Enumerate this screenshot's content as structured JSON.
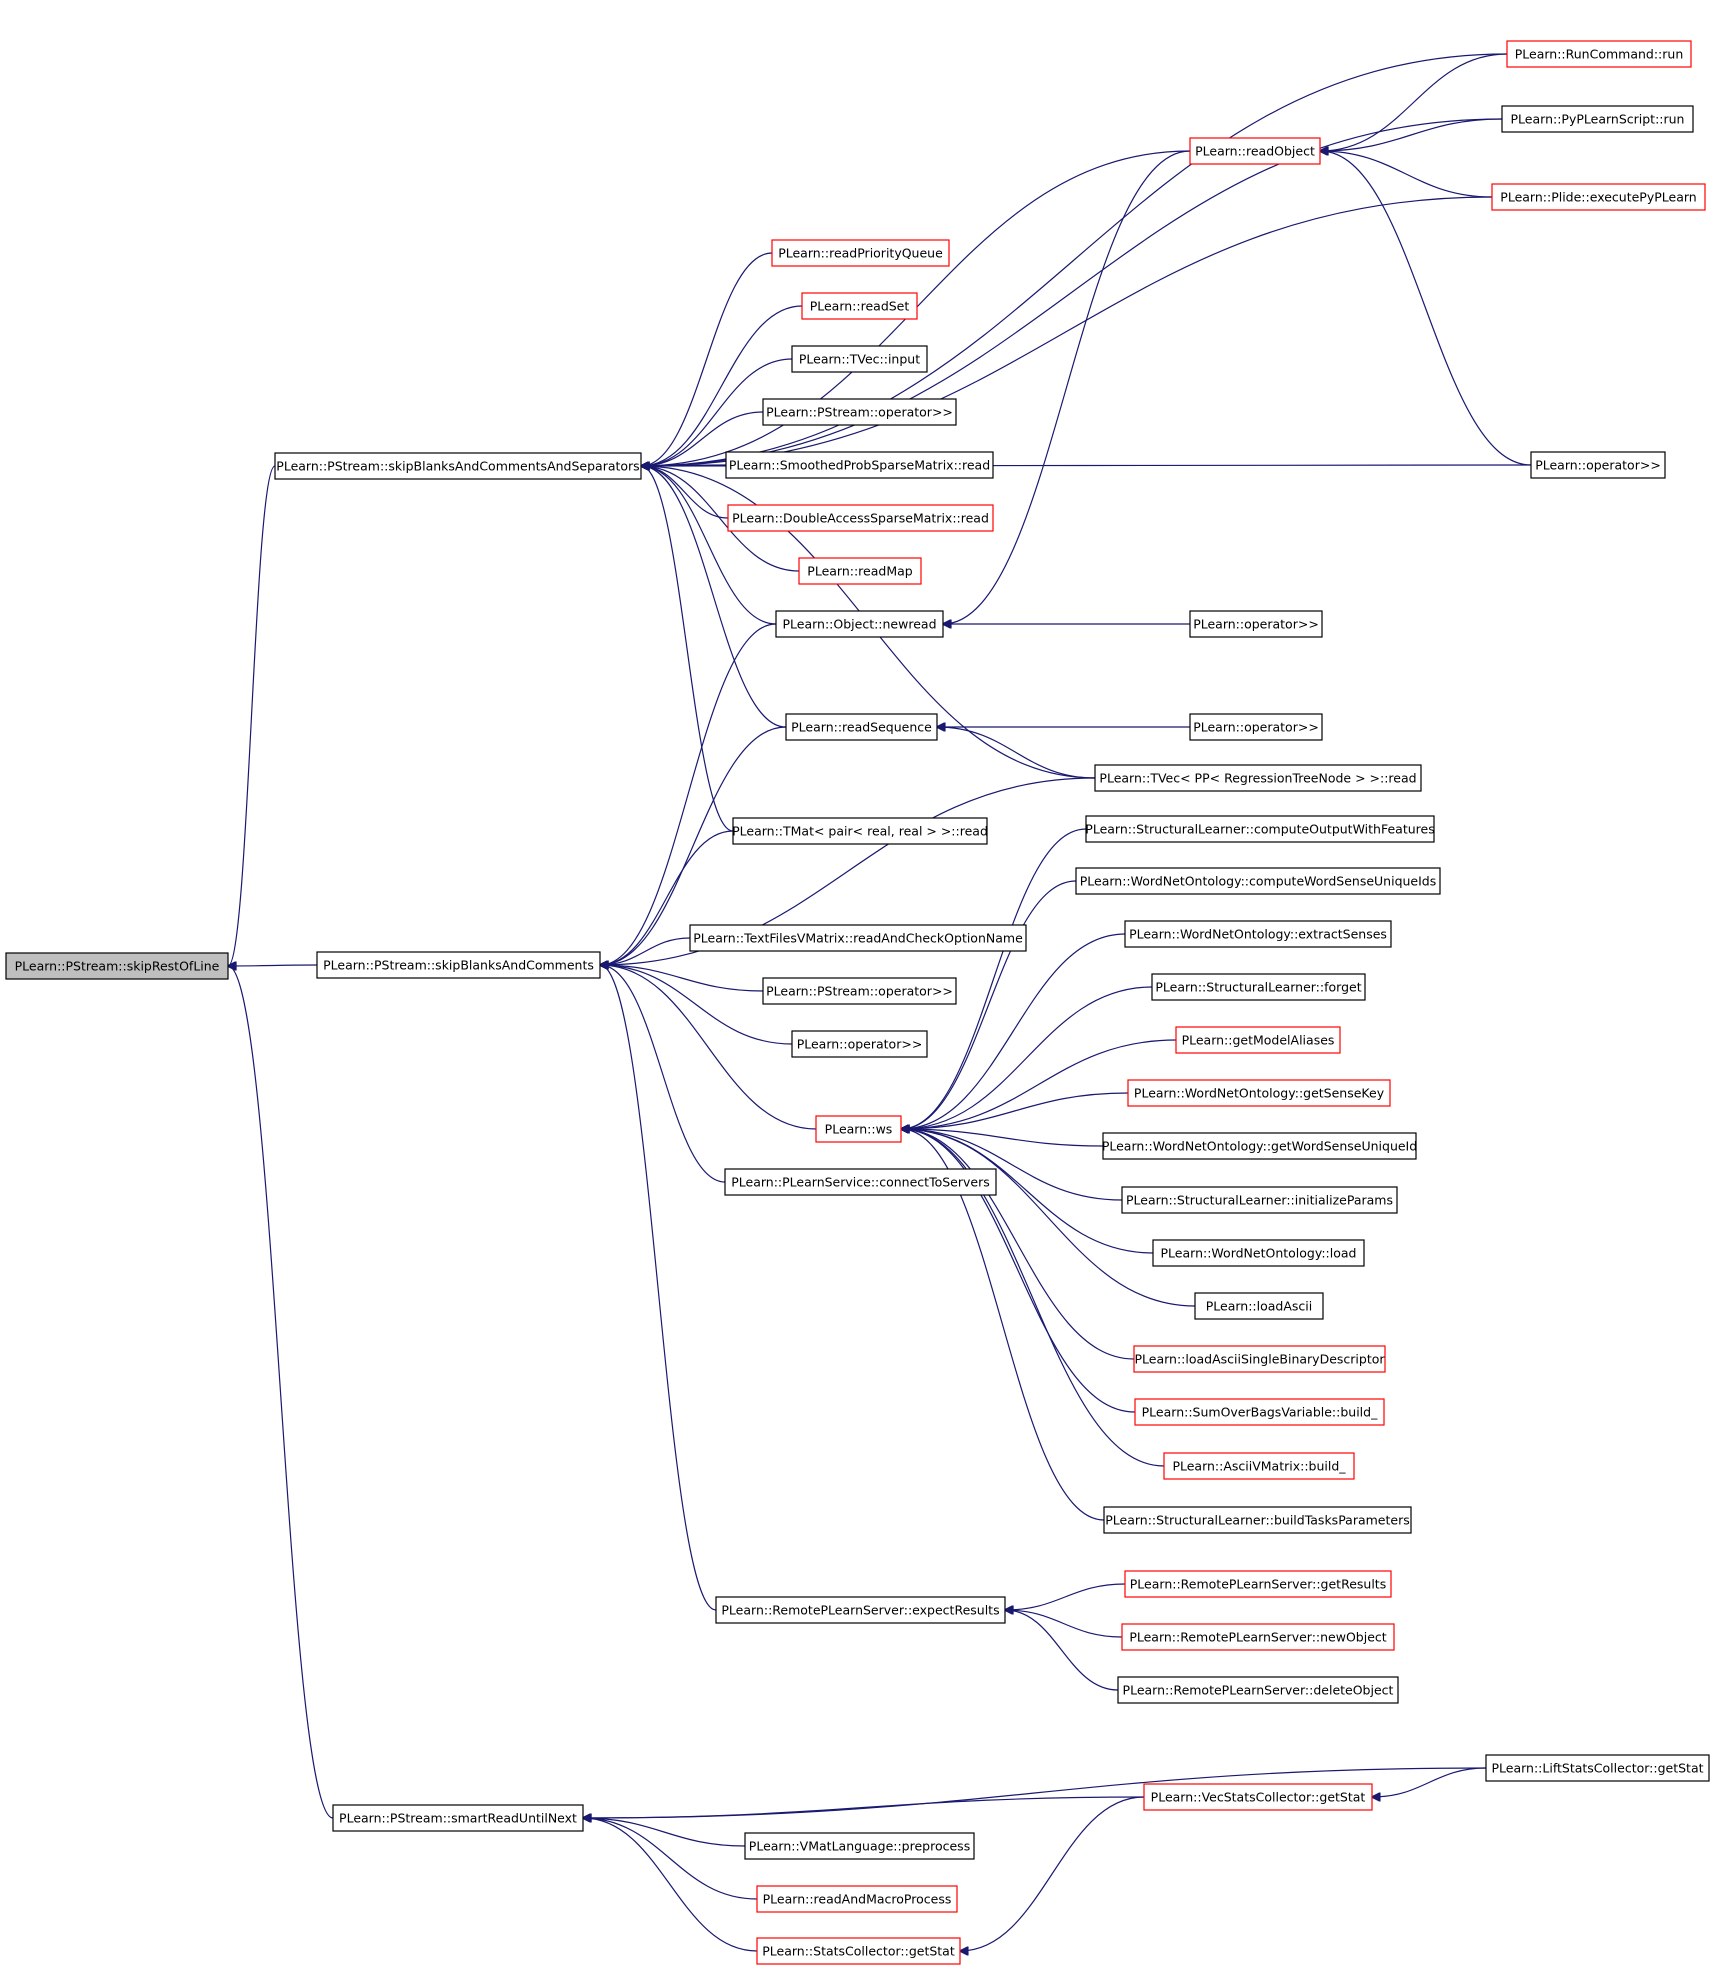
{
  "nodes": [
    {
      "id": "skipRestOfLine",
      "label": "PLearn::PStream::skipRestOfLine",
      "style": "root"
    },
    {
      "id": "sbcs",
      "label": "PLearn::PStream::skipBlanksAndCommentsAndSeparators",
      "style": "black"
    },
    {
      "id": "sbc",
      "label": "PLearn::PStream::skipBlanksAndComments",
      "style": "black"
    },
    {
      "id": "srun",
      "label": "PLearn::PStream::smartReadUntilNext",
      "style": "black"
    },
    {
      "id": "runcmd",
      "label": "PLearn::RunCommand::run",
      "style": "red"
    },
    {
      "id": "pyscript",
      "label": "PLearn::PyPLearnScript::run",
      "style": "black"
    },
    {
      "id": "readObject",
      "label": "PLearn::readObject",
      "style": "red"
    },
    {
      "id": "plide",
      "label": "PLearn::Plide::executePyPLearn",
      "style": "red"
    },
    {
      "id": "rpq",
      "label": "PLearn::readPriorityQueue",
      "style": "red"
    },
    {
      "id": "readSet",
      "label": "PLearn::readSet",
      "style": "red"
    },
    {
      "id": "tvecinput",
      "label": "PLearn::TVec::input",
      "style": "black"
    },
    {
      "id": "psop1",
      "label": "PLearn::PStream::operator>>",
      "style": "black"
    },
    {
      "id": "smoothed",
      "label": "PLearn::SmoothedProbSparseMatrix::read",
      "style": "black"
    },
    {
      "id": "opRight",
      "label": "PLearn::operator>>",
      "style": "black"
    },
    {
      "id": "dasm",
      "label": "PLearn::DoubleAccessSparseMatrix::read",
      "style": "red"
    },
    {
      "id": "readMap",
      "label": "PLearn::readMap",
      "style": "red"
    },
    {
      "id": "newread",
      "label": "PLearn::Object::newread",
      "style": "black"
    },
    {
      "id": "opNewread",
      "label": "PLearn::operator>>",
      "style": "black"
    },
    {
      "id": "readSeq",
      "label": "PLearn::readSequence",
      "style": "black"
    },
    {
      "id": "opSeq",
      "label": "PLearn::operator>>",
      "style": "black"
    },
    {
      "id": "tvecpp",
      "label": "PLearn::TVec< PP< RegressionTreeNode > >::read",
      "style": "black"
    },
    {
      "id": "tmat",
      "label": "PLearn::TMat< pair< real, real > >::read",
      "style": "black"
    },
    {
      "id": "slcompute",
      "label": "PLearn::StructuralLearner::computeOutputWithFeatures",
      "style": "black"
    },
    {
      "id": "wncompute",
      "label": "PLearn::WordNetOntology::computeWordSenseUniqueIds",
      "style": "black"
    },
    {
      "id": "wnextract",
      "label": "PLearn::WordNetOntology::extractSenses",
      "style": "black"
    },
    {
      "id": "textfiles",
      "label": "PLearn::TextFilesVMatrix::readAndCheckOptionName",
      "style": "black"
    },
    {
      "id": "slforget",
      "label": "PLearn::StructuralLearner::forget",
      "style": "black"
    },
    {
      "id": "psop2",
      "label": "PLearn::PStream::operator>>",
      "style": "black"
    },
    {
      "id": "opSbc",
      "label": "PLearn::operator>>",
      "style": "black"
    },
    {
      "id": "getModel",
      "label": "PLearn::getModelAliases",
      "style": "red"
    },
    {
      "id": "ws",
      "label": "PLearn::ws",
      "style": "red"
    },
    {
      "id": "wnsense",
      "label": "PLearn::WordNetOntology::getSenseKey",
      "style": "red"
    },
    {
      "id": "wnunique",
      "label": "PLearn::WordNetOntology::getWordSenseUniqueId",
      "style": "black"
    },
    {
      "id": "plservice",
      "label": "PLearn::PLearnService::connectToServers",
      "style": "black"
    },
    {
      "id": "slinit",
      "label": "PLearn::StructuralLearner::initializeParams",
      "style": "black"
    },
    {
      "id": "wnload",
      "label": "PLearn::WordNetOntology::load",
      "style": "black"
    },
    {
      "id": "loadAscii",
      "label": "PLearn::loadAscii",
      "style": "black"
    },
    {
      "id": "loadAsciiSingle",
      "label": "PLearn::loadAsciiSingleBinaryDescriptor",
      "style": "red"
    },
    {
      "id": "sumover",
      "label": "PLearn::SumOverBagsVariable::build_",
      "style": "red"
    },
    {
      "id": "asciivm",
      "label": "PLearn::AsciiVMatrix::build_",
      "style": "red"
    },
    {
      "id": "slbuild",
      "label": "PLearn::StructuralLearner::buildTasksParameters",
      "style": "black"
    },
    {
      "id": "rpsExpect",
      "label": "PLearn::RemotePLearnServer::expectResults",
      "style": "black"
    },
    {
      "id": "rpsGet",
      "label": "PLearn::RemotePLearnServer::getResults",
      "style": "red"
    },
    {
      "id": "rpsNew",
      "label": "PLearn::RemotePLearnServer::newObject",
      "style": "red"
    },
    {
      "id": "rpsDelete",
      "label": "PLearn::RemotePLearnServer::deleteObject",
      "style": "black"
    },
    {
      "id": "lift",
      "label": "PLearn::LiftStatsCollector::getStat",
      "style": "black"
    },
    {
      "id": "vecstats",
      "label": "PLearn::VecStatsCollector::getStat",
      "style": "red"
    },
    {
      "id": "vmatlang",
      "label": "PLearn::VMatLanguage::preprocess",
      "style": "black"
    },
    {
      "id": "readMacro",
      "label": "PLearn::readAndMacroProcess",
      "style": "red"
    },
    {
      "id": "statsGet",
      "label": "PLearn::StatsCollector::getStat",
      "style": "red"
    }
  ],
  "edges": [
    [
      "skipRestOfLine",
      "sbcs"
    ],
    [
      "skipRestOfLine",
      "sbc"
    ],
    [
      "skipRestOfLine",
      "srun"
    ],
    [
      "sbcs",
      "runcmd"
    ],
    [
      "sbcs",
      "pyscript"
    ],
    [
      "sbcs",
      "readObject"
    ],
    [
      "sbcs",
      "plide"
    ],
    [
      "sbcs",
      "rpq"
    ],
    [
      "sbcs",
      "readSet"
    ],
    [
      "sbcs",
      "tvecinput"
    ],
    [
      "sbcs",
      "psop1"
    ],
    [
      "sbcs",
      "smoothed"
    ],
    [
      "sbcs",
      "dasm"
    ],
    [
      "sbcs",
      "readMap"
    ],
    [
      "sbcs",
      "newread"
    ],
    [
      "sbcs",
      "opRight"
    ],
    [
      "sbcs",
      "readSeq"
    ],
    [
      "sbcs",
      "tvecpp"
    ],
    [
      "sbcs",
      "tmat"
    ],
    [
      "readObject",
      "runcmd"
    ],
    [
      "readObject",
      "pyscript"
    ],
    [
      "readObject",
      "plide"
    ],
    [
      "readObject",
      "opRight"
    ],
    [
      "newread",
      "readObject"
    ],
    [
      "newread",
      "opNewread"
    ],
    [
      "readSeq",
      "opSeq"
    ],
    [
      "readSeq",
      "tvecpp"
    ],
    [
      "sbc",
      "newread"
    ],
    [
      "sbc",
      "readSeq"
    ],
    [
      "sbc",
      "tmat"
    ],
    [
      "sbc",
      "tvecpp"
    ],
    [
      "sbc",
      "textfiles"
    ],
    [
      "sbc",
      "psop2"
    ],
    [
      "sbc",
      "opSbc"
    ],
    [
      "sbc",
      "ws"
    ],
    [
      "sbc",
      "plservice"
    ],
    [
      "sbc",
      "rpsExpect"
    ],
    [
      "ws",
      "slcompute"
    ],
    [
      "ws",
      "wncompute"
    ],
    [
      "ws",
      "wnextract"
    ],
    [
      "ws",
      "slforget"
    ],
    [
      "ws",
      "getModel"
    ],
    [
      "ws",
      "wnsense"
    ],
    [
      "ws",
      "wnunique"
    ],
    [
      "ws",
      "slinit"
    ],
    [
      "ws",
      "wnload"
    ],
    [
      "ws",
      "loadAscii"
    ],
    [
      "ws",
      "loadAsciiSingle"
    ],
    [
      "ws",
      "sumover"
    ],
    [
      "ws",
      "asciivm"
    ],
    [
      "ws",
      "slbuild"
    ],
    [
      "rpsExpect",
      "rpsGet"
    ],
    [
      "rpsExpect",
      "rpsNew"
    ],
    [
      "rpsExpect",
      "rpsDelete"
    ],
    [
      "srun",
      "lift"
    ],
    [
      "srun",
      "vecstats"
    ],
    [
      "srun",
      "vmatlang"
    ],
    [
      "srun",
      "readMacro"
    ],
    [
      "srun",
      "statsGet"
    ],
    [
      "vecstats",
      "lift"
    ],
    [
      "statsGet",
      "vecstats"
    ]
  ]
}
